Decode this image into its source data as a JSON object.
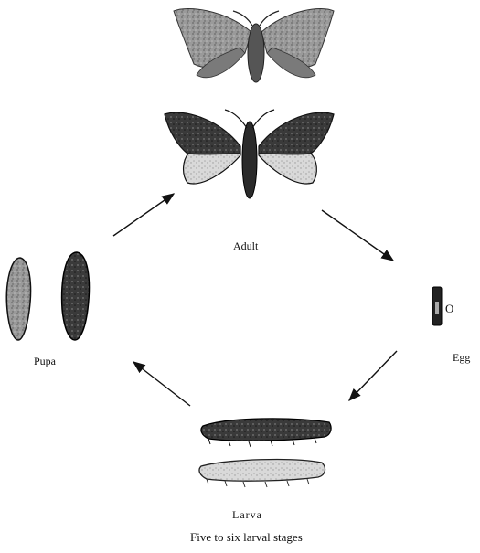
{
  "diagram": {
    "stages": {
      "adult": "Adult",
      "egg": "Egg",
      "pupa": "Pupa",
      "larva": "Larva"
    },
    "egg_marker": "O",
    "larva_caption": "Five to six larval stages"
  },
  "colors": {
    "ink": "#111111",
    "moth_gray": "#8a8a8a",
    "moth_dark": "#2b2b2b",
    "background": "#ffffff"
  }
}
